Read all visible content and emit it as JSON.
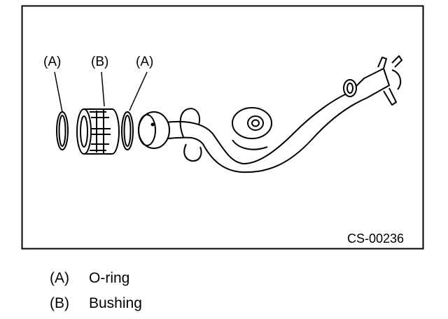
{
  "figure": {
    "callout_a_left": "(A)",
    "callout_b": "(B)",
    "callout_a_right": "(A)",
    "code": "CS-00236"
  },
  "legend": [
    {
      "key": "(A)",
      "label": "O-ring"
    },
    {
      "key": "(B)",
      "label": "Bushing"
    }
  ]
}
